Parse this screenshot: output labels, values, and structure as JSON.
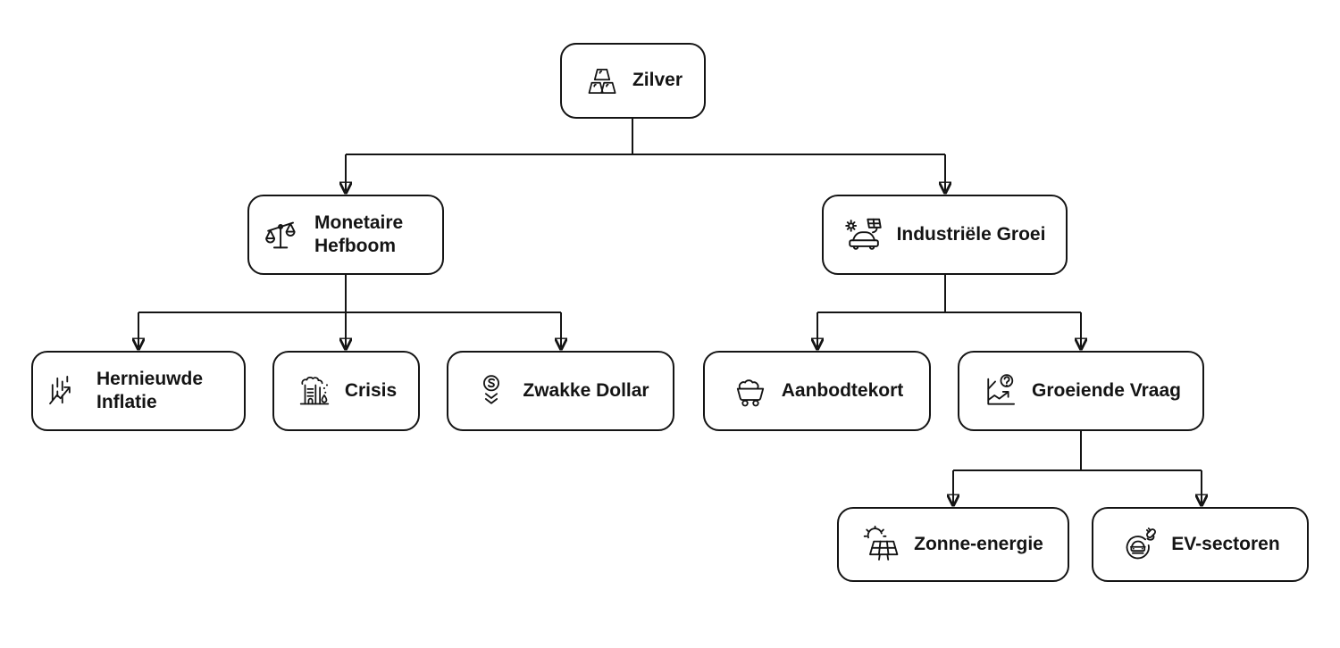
{
  "diagram": {
    "root": "zilver",
    "language": "nl"
  },
  "colors": {
    "background": "#ffffff",
    "node_fill": "#ffffff",
    "stroke": "#141414",
    "text": "#141414"
  },
  "nodes": {
    "zilver": {
      "label": "Zilver",
      "icon": "silver-ingots-icon"
    },
    "monetaire_hefboom": {
      "label": "Monetaire Hefboom",
      "icon": "balance-scale-icon"
    },
    "industriele_groei": {
      "label": "Industriële Groei",
      "icon": "car-solar-sun-icon"
    },
    "hernieuwde_inflatie": {
      "label": "Hernieuwde Inflatie",
      "icon": "chart-bars-rising-arrow-icon"
    },
    "crisis": {
      "label": "Crisis",
      "icon": "building-smoke-icon"
    },
    "zwakke_dollar": {
      "label": "Zwakke Dollar",
      "icon": "dollar-circle-down-icon"
    },
    "aanbodtekort": {
      "label": "Aanbodtekort",
      "icon": "mine-cart-icon"
    },
    "groeiende_vraag": {
      "label": "Groeiende Vraag",
      "icon": "chart-question-icon"
    },
    "zonne_energie": {
      "label": "Zonne-energie",
      "icon": "solar-panel-sun-icon"
    },
    "ev_sectoren": {
      "label": "EV-sectoren",
      "icon": "ev-car-plug-icon"
    }
  },
  "edges": [
    {
      "from": "zilver",
      "to": "monetaire_hefboom"
    },
    {
      "from": "zilver",
      "to": "industriele_groei"
    },
    {
      "from": "monetaire_hefboom",
      "to": "hernieuwde_inflatie"
    },
    {
      "from": "monetaire_hefboom",
      "to": "crisis"
    },
    {
      "from": "monetaire_hefboom",
      "to": "zwakke_dollar"
    },
    {
      "from": "industriele_groei",
      "to": "aanbodtekort"
    },
    {
      "from": "industriele_groei",
      "to": "groeiende_vraag"
    },
    {
      "from": "groeiende_vraag",
      "to": "zonne_energie"
    },
    {
      "from": "groeiende_vraag",
      "to": "ev_sectoren"
    }
  ]
}
